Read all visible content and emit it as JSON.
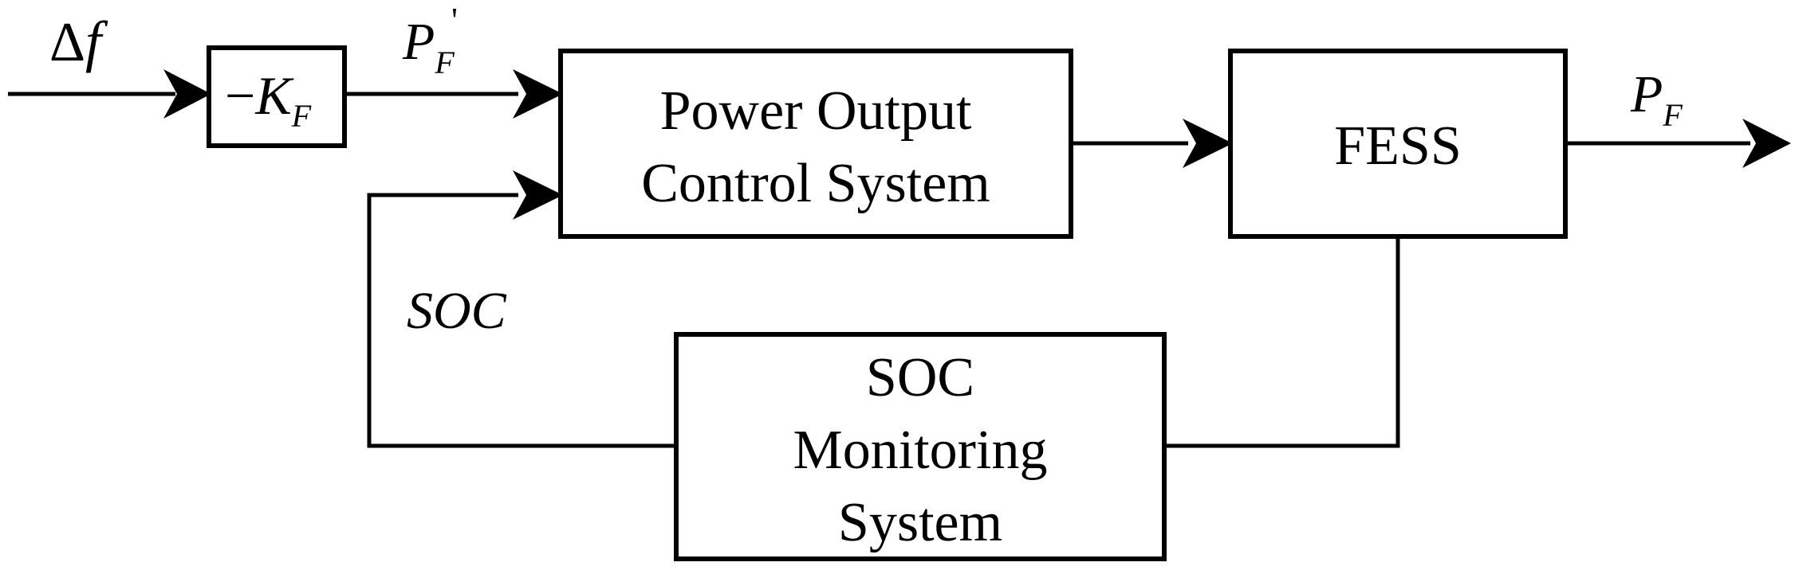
{
  "signals": {
    "delta": "Δ",
    "f": "f",
    "p_prime": "P",
    "p_prime_sub": "F",
    "p_prime_mark": "'",
    "soc": "SOC",
    "p_out": "P",
    "p_out_sub": "F"
  },
  "blocks": {
    "gain": {
      "minus": "−",
      "k": "K",
      "sub": "F"
    },
    "power_control": {
      "line1": "Power Output",
      "line2": "Control System"
    },
    "fess": {
      "label": "FESS"
    },
    "soc_monitoring": {
      "line1": "SOC",
      "line2": "Monitoring",
      "line3": "System"
    }
  }
}
